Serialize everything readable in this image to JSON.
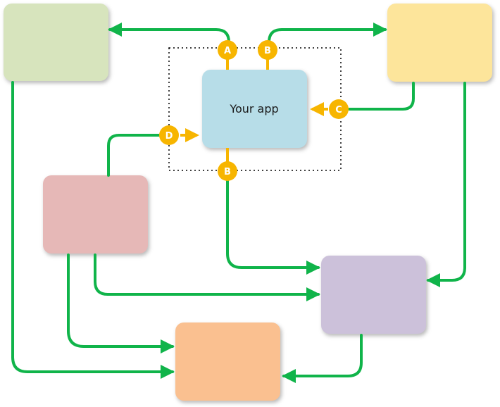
{
  "app_box": {
    "label": "Your app",
    "color": "#b7dde8"
  },
  "boxes": {
    "top_left": {
      "color": "#d7e4bd"
    },
    "top_right": {
      "color": "#fde59b"
    },
    "middle_left": {
      "color": "#e6b8b7"
    },
    "right_purple": {
      "color": "#ccc1da"
    },
    "bottom_orange": {
      "color": "#fac090"
    }
  },
  "badges": {
    "a_top": {
      "label": "A"
    },
    "b_top": {
      "label": "B"
    },
    "c_right": {
      "label": "C"
    },
    "d_left": {
      "label": "D"
    },
    "b_bottom": {
      "label": "B"
    }
  },
  "colors": {
    "flow_line": "#10b44a",
    "badge": "#f7b500",
    "boundary": "#000000"
  }
}
